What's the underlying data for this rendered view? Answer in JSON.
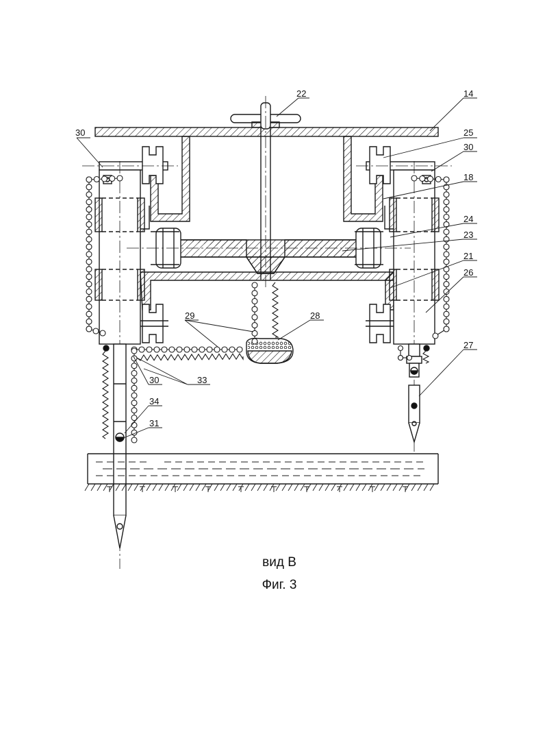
{
  "figure": {
    "view_caption": "вид В",
    "figure_caption": "Фиг. 3"
  },
  "labels": {
    "l14": "14",
    "l18": "18",
    "l21": "21",
    "l22": "22",
    "l23": "23",
    "l24": "24",
    "l25": "25",
    "l26": "26",
    "l27": "27",
    "l28": "28",
    "l29": "29",
    "l30a": "30",
    "l30b": "30",
    "l30c": "30",
    "l31": "31",
    "l33": "33",
    "l34": "34"
  }
}
